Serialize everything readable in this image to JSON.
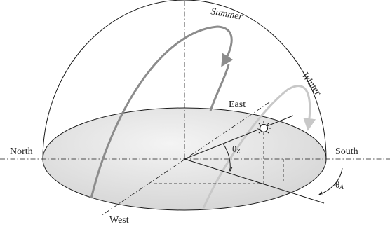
{
  "labels": {
    "north": "North",
    "south": "South",
    "east": "East",
    "west": "West",
    "summer": "Summer",
    "winter": "Winter",
    "theta_z": "θ",
    "theta_z_sub": "Z",
    "theta_a": "θ",
    "theta_a_sub": "A"
  },
  "colors": {
    "dome_outline": "#1a1a1a",
    "ground_fill_light": "#f2f2f2",
    "ground_fill_dark": "#d4d4d4",
    "summer_path": "#8c8c8c",
    "winter_path": "#c8c8c8",
    "lines": "#1a1a1a"
  },
  "icons": {
    "sun": "sun-icon"
  }
}
